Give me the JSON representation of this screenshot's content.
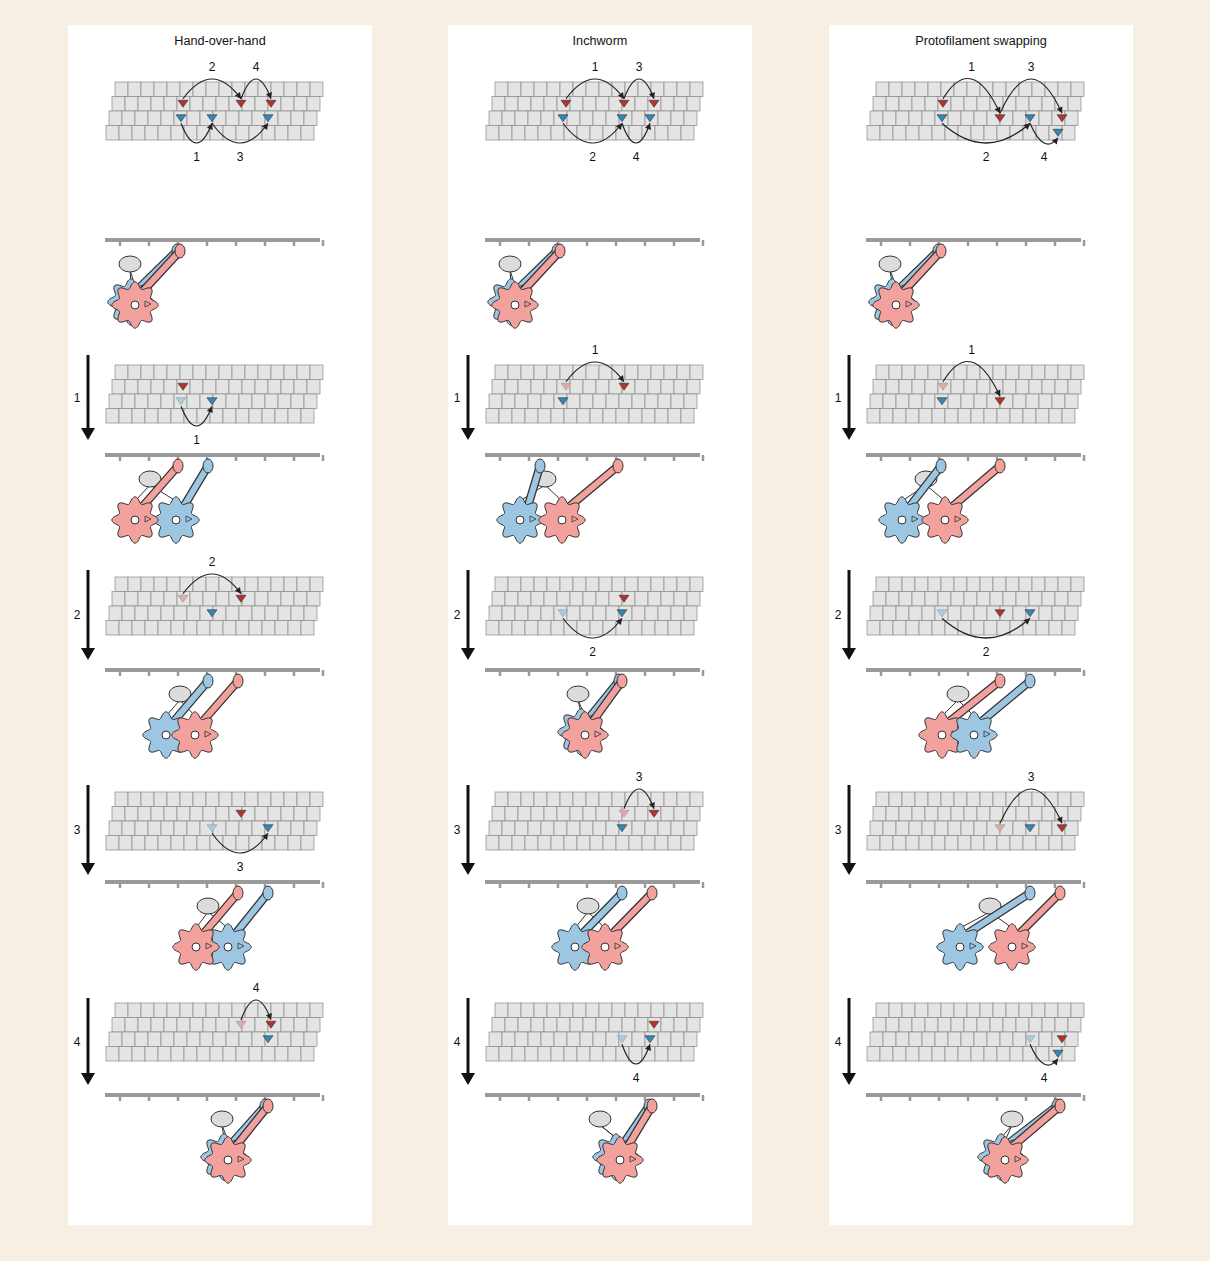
{
  "diagram": {
    "nodes": [
      {
        "text": [
          "Hand-over-hand"
        ]
      },
      {
        "text": [
          "Inchworm"
        ]
      },
      {
        "text": [
          "Protofilament swapping"
        ]
      }
    ],
    "labels": [
      "2",
      "4",
      "1",
      "3",
      "1",
      "1",
      "2",
      "2",
      "3",
      "3",
      "4",
      "4",
      "1",
      "3",
      "2",
      "4",
      "1",
      "1",
      "2",
      "2",
      "3",
      "3",
      "4",
      "4",
      "1",
      "3",
      "2",
      "4",
      "1",
      "1",
      "2",
      "2",
      "3",
      "3",
      "4",
      "4"
    ]
  }
}
